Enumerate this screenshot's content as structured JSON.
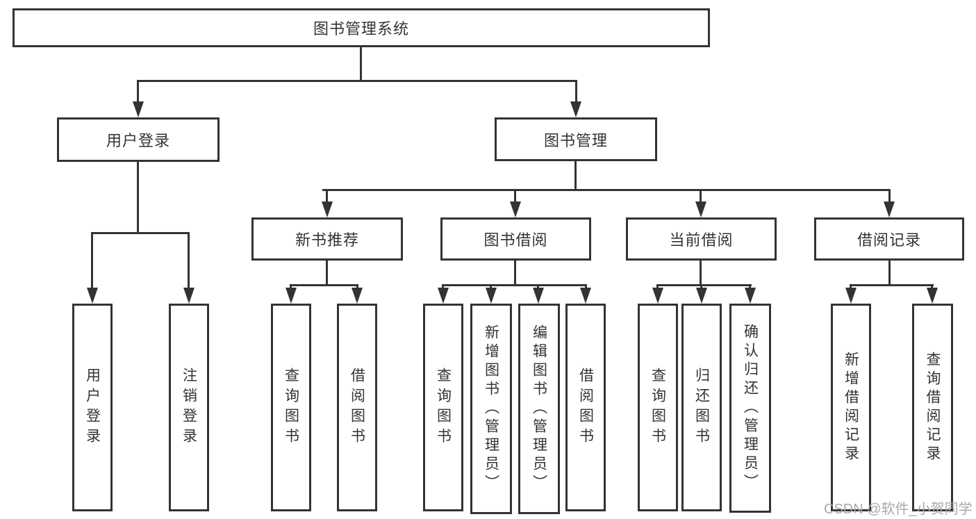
{
  "diagram": {
    "root": "图书管理系统",
    "level2": {
      "user_login": "用户登录",
      "book_management": "图书管理"
    },
    "level3": {
      "new_book_recommend": "新书推荐",
      "book_borrow": "图书借阅",
      "current_borrow": "当前借阅",
      "borrow_records": "借阅记录"
    },
    "leaves": {
      "user_login": "用户登录",
      "logout": "注销登录",
      "recommend_query_books": "查询图书",
      "recommend_borrow_books": "借阅图书",
      "borrow_query_books": "查询图书",
      "borrow_add_book_admin": "新增图书（管理员）",
      "borrow_edit_book_admin": "编辑图书（管理员）",
      "borrow_borrow_books": "借阅图书",
      "current_query_books": "查询图书",
      "current_return_book": "归还图书",
      "current_confirm_return_admin": "确认归还（管理员）",
      "records_add_record": "新增借阅记录",
      "records_query_record": "查询借阅记录"
    },
    "colors": {
      "line": "#333333",
      "text": "#333333",
      "background": "#ffffff",
      "watermark": "#a9a9a9"
    }
  },
  "watermark": "CSDN @软件_小贺同学"
}
